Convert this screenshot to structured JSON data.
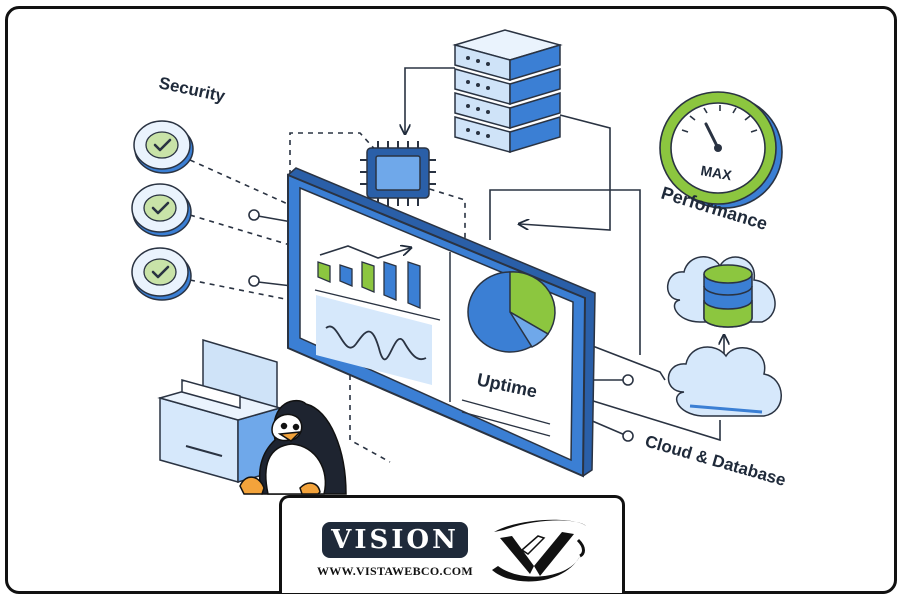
{
  "labels": {
    "security": "Security",
    "performance": "Performance",
    "gauge": "MAX",
    "uptime": "Uptime",
    "cloud_database": "Cloud & Database"
  },
  "brand": {
    "name": "VISION",
    "url": "WWW.VISTAWEBCO.COM"
  },
  "colors": {
    "primary_blue": "#3b7fd4",
    "light_blue": "#d6e8fb",
    "accent_green": "#8cc63f",
    "ink": "#1f2a3a"
  },
  "icons": [
    "checkmark-icon",
    "server-icon",
    "cpu-chip-icon",
    "gauge-icon",
    "database-icon",
    "cloud-icon",
    "pie-chart-icon",
    "bar-chart-icon",
    "penguin-icon",
    "box-icon"
  ]
}
